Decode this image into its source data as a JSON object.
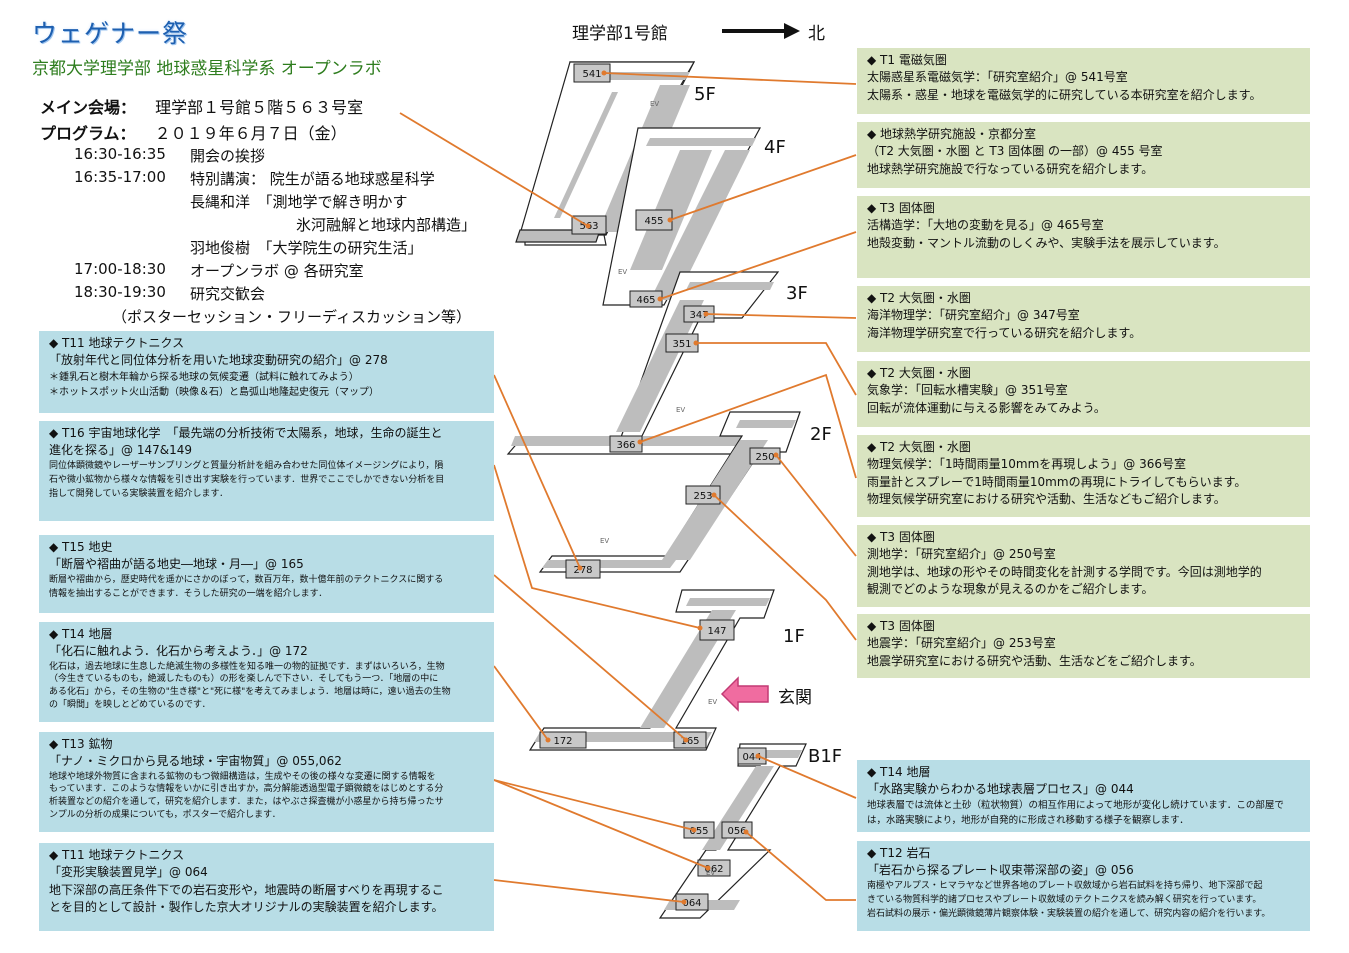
{
  "header": {
    "title": "ウェゲナー祭",
    "subtitle": "京都大学理学部 地球惑星科学系 オープンラボ",
    "venue_label": "メイン会場：",
    "venue_value": "理学部１号館５階５６３号室",
    "program_label": "プログラム：",
    "program_date": "２０１９年６月７日（金）"
  },
  "program": [
    {
      "time": "16:30-16:35",
      "text": "開会の挨拶"
    },
    {
      "time": "16:35-17:00",
      "text": "特別講演： 院生が語る地球惑星科学"
    },
    {
      "time": "",
      "text": "長縄和洋　「測地学で解き明かす"
    },
    {
      "time": "",
      "text": "氷河融解と地球内部構造」"
    },
    {
      "time": "",
      "text": "羽地俊樹　「大学院生の研究生活」"
    },
    {
      "time": "17:00-18:30",
      "text": "オープンラボ @ 各研究室"
    },
    {
      "time": "18:30-19:30",
      "text": "研究交歓会"
    },
    {
      "time": "",
      "text": "（ポスターセッション・フリーディスカッション等）"
    }
  ],
  "map": {
    "building": "理学部1号館",
    "north": "北",
    "entrance": "玄関",
    "floors": [
      "5F",
      "4F",
      "3F",
      "2F",
      "1F",
      "B1F"
    ],
    "ev": "EV",
    "rooms": [
      "541",
      "563",
      "455",
      "465",
      "347",
      "351",
      "366",
      "250",
      "253",
      "278",
      "147",
      "172",
      "165",
      "044",
      "055",
      "056",
      "062",
      "064"
    ]
  },
  "right_boxes": [
    {
      "head": "◆ T1 電磁気圏",
      "lines": [
        "太陽惑星系電磁気学：「研究室紹介」@ 541号室",
        "太陽系・惑星・地球を電磁気学的に研究している本研究室を紹介します。"
      ]
    },
    {
      "head": "◆ 地球熱学研究施設・京都分室",
      "lines": [
        "（T2 大気圏・水圏 と T3 固体圏 の一部）@ 455 号室",
        "地球熱学研究施設で行なっている研究を紹介します。"
      ]
    },
    {
      "head": "◆ T3 固体圏",
      "lines": [
        "活構造学：「大地の変動を見る」@ 465号室",
        "地殻変動・マントル流動のしくみや、実験手法を展示しています。"
      ]
    },
    {
      "head": "◆ T2 大気圏・水圏",
      "lines": [
        "海洋物理学：「研究室紹介」@ 347号室",
        "海洋物理学研究室で行っている研究を紹介します。"
      ]
    },
    {
      "head": "◆ T2 大気圏・水圏",
      "lines": [
        "気象学：「回転水槽実験」@ 351号室",
        "回転が流体運動に与える影響をみてみよう。"
      ]
    },
    {
      "head": "◆ T2 大気圏・水圏",
      "lines": [
        "物理気候学：「1時間雨量10mmを再現しよう」@ 366号室",
        "雨量計とスプレーで1時間雨量10mmの再現にトライしてもらいます。",
        "物理気候学研究室における研究や活動、生活などもご紹介します。"
      ]
    },
    {
      "head": "◆ T3 固体圏",
      "lines": [
        "測地学：「研究室紹介」@ 250号室",
        "測地学は、地球の形やその時間変化を計測する学問です。今回は測地学的",
        "観測でどのような現象が見えるのかをご紹介します。"
      ]
    },
    {
      "head": "◆ T3 固体圏",
      "lines": [
        "地震学：「研究室紹介」@ 253号室",
        "地震学研究室における研究や活動、生活などをご紹介します。"
      ]
    },
    {
      "head": "◆ T14 地層",
      "lines": [
        "「水路実験からわかる地球表層プロセス」@ 044"
      ],
      "small": [
        "地球表層では流体と土砂（粒状物質）の相互作用によって地形が変化し続けています．この部屋で",
        "は，水路実験により，地形が自発的に形成され移動する様子を観察します．"
      ]
    },
    {
      "head": "◆ T12 岩石",
      "lines": [
        "「岩石から探るプレート収束帯深部の姿」@ 056"
      ],
      "small": [
        "南極やアルプス・ヒマラヤなど世界各地のプレート収斂域から岩石試料を持ち帰り、地下深部で起",
        "きている物質科学的諸プロセスやプレート収斂域のテクトニクスを読み解く研究を行っています。",
        "岩石試料の展示・偏光顕微鏡薄片観察体験・実験装置の紹介を通して、研究内容の紹介を行います。"
      ]
    }
  ],
  "left_boxes": [
    {
      "head": "◆ T11 地球テクトニクス",
      "lines": [
        "「放射年代と同位体分析を用いた地球変動研究の紹介」@ 278"
      ],
      "small": [
        "＊鍾乳石と樹木年輪から探る地球の気候変遷（試料に触れてみよう）",
        "＊ホットスポット火山活動（映像＆石）と島弧山地隆起史復元（マップ）"
      ]
    },
    {
      "head": "◆ T16 宇宙地球化学　「最先端の分析技術で太陽系，地球，生命の誕生と",
      "lines": [
        "進化を探る」@ 147&149"
      ],
      "small": [
        "同位体顕微鏡やレーザーサンプリングと質量分析計を組み合わせた同位体イメージングにより，隕",
        "石や微小鉱物から様々な情報を引き出す実験を行っています．世界でここでしかできない分析を目",
        "指して開発している実験装置を紹介します．"
      ]
    },
    {
      "head": "◆ T15 地史",
      "lines": [
        "「断層や褶曲が語る地史―地球・月―」@ 165"
      ],
      "small": [
        "断層や褶曲から，歴史時代を遥かにさかのぼって，数百万年，数十億年前のテクトニクスに関する",
        "情報を抽出することができます．そうした研究の一端を紹介します．"
      ]
    },
    {
      "head": "◆ T14 地層",
      "lines": [
        "「化石に触れよう．化石から考えよう．」@ 172"
      ],
      "small": [
        "化石は，過去地球に生息した絶滅生物の多様性を知る唯一の物的証拠です．まずはいろいろ，生物",
        "（今生きているものも，絶滅したものも）の形を楽しんで下さい．そしてもう一つ．「地層の中に",
        "ある化石」から，その生物の\"生き様\"と\"死に様\"を考えてみましょう．地層は時に，遠い過去の生物",
        "の「瞬間」を映しとどめているのです．"
      ]
    },
    {
      "head": "◆ T13 鉱物",
      "lines": [
        "「ナノ・ミクロから見る地球・宇宙物質」@ 055,062"
      ],
      "small": [
        "地球や地球外物質に含まれる鉱物のもつ微細構造は，生成やその後の様々な変遷に関する情報を",
        "もっています．このような情報をいかに引き出すか，高分解能透過型電子顕微鏡をはじめとする分",
        "析装置などの紹介を通して，研究を紹介します．また，はやぶさ探査機が小惑星から持ち帰ったサ",
        "ンプルの分析の成果についても，ポスターで紹介します．"
      ]
    },
    {
      "head": "◆ T11 地球テクトニクス",
      "lines": [
        "「変形実験装置見学」@ 064",
        "地下深部の高圧条件下での岩石変形や，地震時の断層すべりを再現するこ",
        "とを目的として設計・製作した京大オリジナルの実験装置を紹介します。"
      ]
    }
  ],
  "colors": {
    "title_blue": "#1d5fb0",
    "subtitle_green": "#2e7d1e",
    "green_box": "#d9e4c1",
    "blue_box": "#b8dde6",
    "connector_orange": "#e07a2e",
    "entrance_pink": "#f06ca0",
    "corridor_gray": "#bdbdbd",
    "room_gray": "#c8c8c8"
  }
}
